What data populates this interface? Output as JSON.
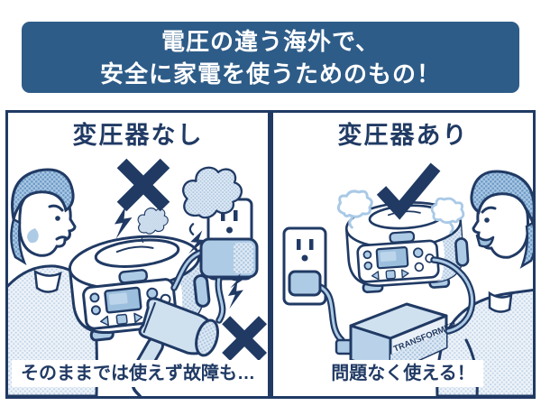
{
  "header": {
    "line1": "電圧の違う海外で、",
    "line2": "安全に家電を使うためのもの！"
  },
  "panels": {
    "left": {
      "title": "変圧器なし",
      "caption": "そのままでは使えず故障も…",
      "result": "x-mark"
    },
    "right": {
      "title": "変圧器あり",
      "caption": "問題なく使える！",
      "result": "check-mark"
    }
  },
  "transformer_label": "TRANSFORMER",
  "colors": {
    "banner_blue": "#2e5c88",
    "outline_navy": "#203a64",
    "light_blue": "#aecbe6",
    "pale_blue": "#cfe0ef",
    "background": "#ffffff"
  }
}
